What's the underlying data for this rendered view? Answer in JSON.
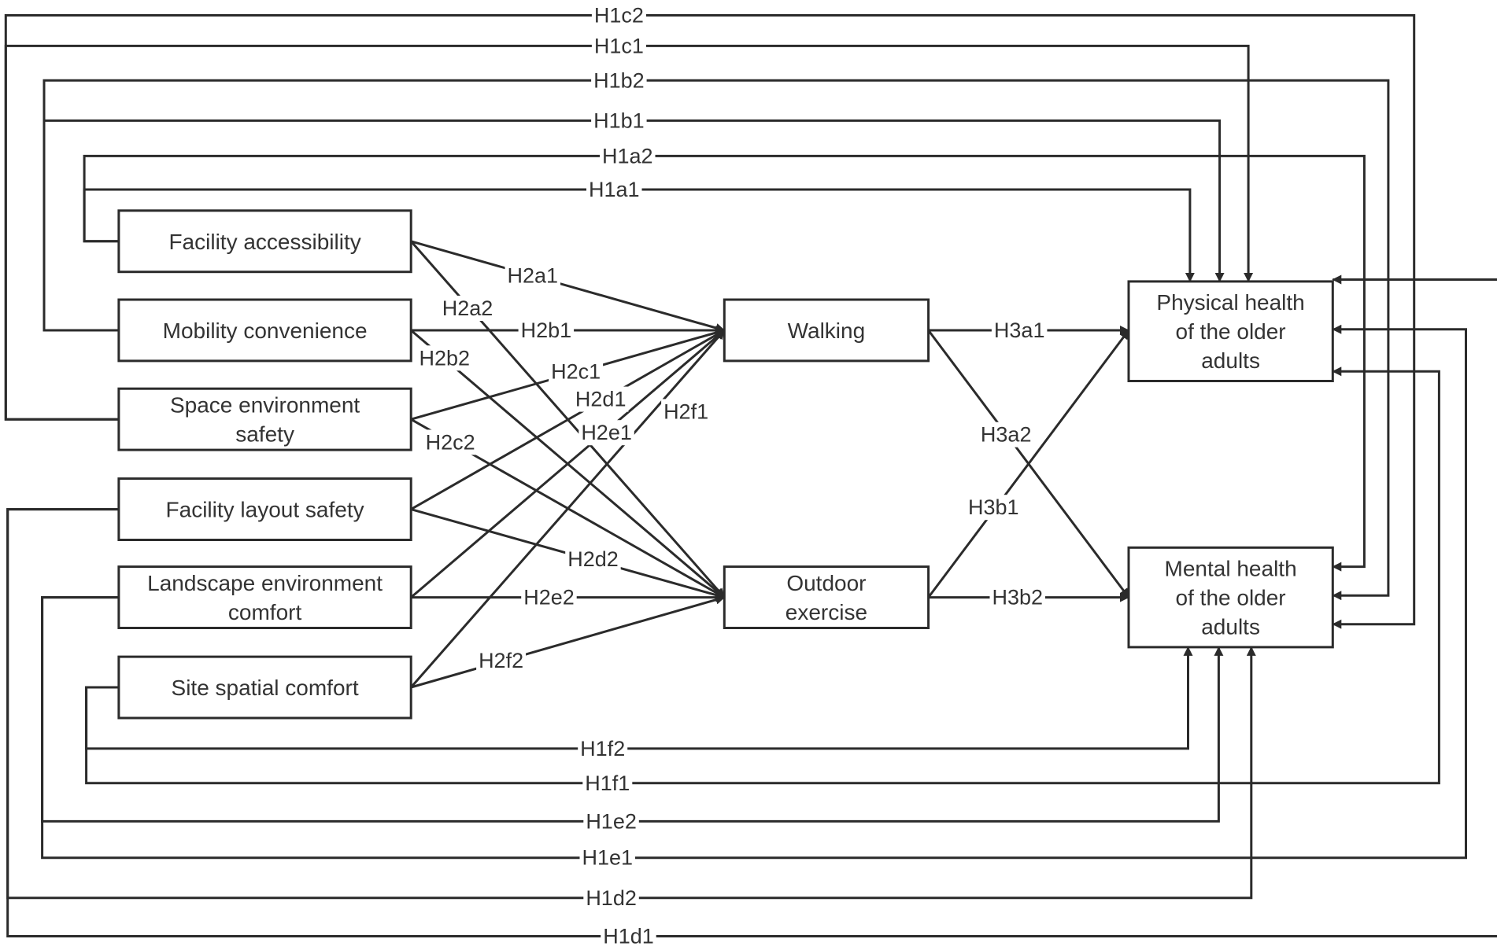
{
  "diagram": {
    "nodes": {
      "facility_accessibility": [
        "Facility accessibility"
      ],
      "mobility_convenience": [
        "Mobility convenience"
      ],
      "space_environment_safety": [
        "Space environment",
        "safety"
      ],
      "facility_layout_safety": [
        "Facility layout safety"
      ],
      "landscape_environment_comfort": [
        "Landscape environment",
        "comfort"
      ],
      "site_spatial_comfort": [
        "Site spatial comfort"
      ],
      "walking": [
        "Walking"
      ],
      "outdoor_exercise": [
        "Outdoor",
        "exercise"
      ],
      "physical_health": [
        "Physical health",
        "of the older",
        "adults"
      ],
      "mental_health": [
        "Mental health",
        "of the older",
        "adults"
      ]
    },
    "edges": [
      {
        "label": "H1c2",
        "from": "space_environment_safety",
        "to": "mental_health"
      },
      {
        "label": "H1c1",
        "from": "space_environment_safety",
        "to": "physical_health"
      },
      {
        "label": "H1b2",
        "from": "mobility_convenience",
        "to": "mental_health"
      },
      {
        "label": "H1b1",
        "from": "mobility_convenience",
        "to": "physical_health"
      },
      {
        "label": "H1a2",
        "from": "facility_accessibility",
        "to": "mental_health"
      },
      {
        "label": "H1a1",
        "from": "facility_accessibility",
        "to": "physical_health"
      },
      {
        "label": "H2a1",
        "from": "facility_accessibility",
        "to": "walking"
      },
      {
        "label": "H2a2",
        "from": "facility_accessibility",
        "to": "outdoor_exercise"
      },
      {
        "label": "H2b1",
        "from": "mobility_convenience",
        "to": "walking"
      },
      {
        "label": "H2b2",
        "from": "mobility_convenience",
        "to": "outdoor_exercise"
      },
      {
        "label": "H2c1",
        "from": "space_environment_safety",
        "to": "walking"
      },
      {
        "label": "H2c2",
        "from": "space_environment_safety",
        "to": "outdoor_exercise"
      },
      {
        "label": "H2d1",
        "from": "facility_layout_safety",
        "to": "walking"
      },
      {
        "label": "H2d2",
        "from": "facility_layout_safety",
        "to": "outdoor_exercise"
      },
      {
        "label": "H2e1",
        "from": "landscape_environment_comfort",
        "to": "walking"
      },
      {
        "label": "H2e2",
        "from": "landscape_environment_comfort",
        "to": "outdoor_exercise"
      },
      {
        "label": "H2f1",
        "from": "site_spatial_comfort",
        "to": "walking"
      },
      {
        "label": "H2f2",
        "from": "site_spatial_comfort",
        "to": "outdoor_exercise"
      },
      {
        "label": "H3a1",
        "from": "walking",
        "to": "physical_health"
      },
      {
        "label": "H3a2",
        "from": "walking",
        "to": "mental_health"
      },
      {
        "label": "H3b1",
        "from": "outdoor_exercise",
        "to": "physical_health"
      },
      {
        "label": "H3b2",
        "from": "outdoor_exercise",
        "to": "mental_health"
      },
      {
        "label": "H1f2",
        "from": "site_spatial_comfort",
        "to": "mental_health"
      },
      {
        "label": "H1f1",
        "from": "site_spatial_comfort",
        "to": "physical_health"
      },
      {
        "label": "H1e2",
        "from": "landscape_environment_comfort",
        "to": "mental_health"
      },
      {
        "label": "H1e1",
        "from": "landscape_environment_comfort",
        "to": "physical_health"
      },
      {
        "label": "H1d2",
        "from": "facility_layout_safety",
        "to": "mental_health"
      },
      {
        "label": "H1d1",
        "from": "facility_layout_safety",
        "to": "physical_health"
      }
    ]
  }
}
